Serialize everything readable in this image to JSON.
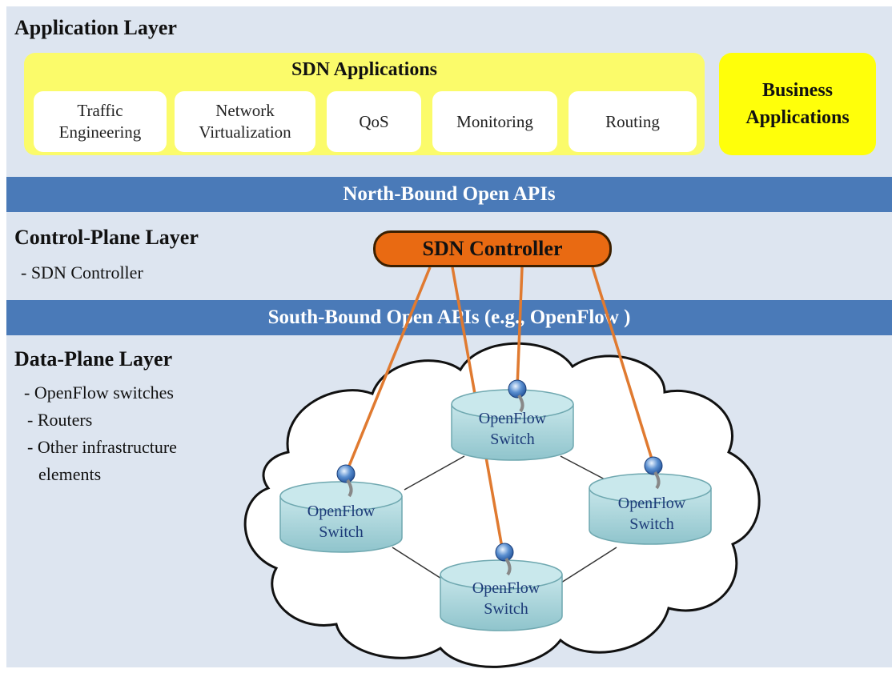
{
  "application_layer": {
    "title": "Application Layer",
    "sdn_applications": {
      "title": "SDN Applications",
      "items": [
        {
          "line1": "Traffic",
          "line2": "Engineering"
        },
        {
          "line1": "Network",
          "line2": "Virtualization"
        },
        {
          "line1": "QoS",
          "line2": ""
        },
        {
          "line1": "Monitoring",
          "line2": ""
        },
        {
          "line1": "Routing",
          "line2": ""
        }
      ]
    },
    "business_applications": {
      "line1": "Business",
      "line2": "Applications"
    }
  },
  "north_bound_api": "North-Bound Open APIs",
  "control_plane_layer": {
    "title": "Control-Plane Layer",
    "items": [
      "- SDN Controller"
    ]
  },
  "controller_label": "SDN Controller",
  "south_bound_api": "South-Bound Open APIs (e.g., OpenFlow )",
  "data_plane_layer": {
    "title": "Data-Plane Layer",
    "items": [
      "- OpenFlow switches",
      "- Routers",
      "- Other infrastructure",
      "elements"
    ]
  },
  "switches": [
    {
      "line1": "OpenFlow",
      "line2": "Switch",
      "icon": "openflow-icon"
    },
    {
      "line1": "OpenFlow",
      "line2": "Switch",
      "icon": "openflow-icon"
    },
    {
      "line1": "OpenFlow",
      "line2": "Switch",
      "icon": "openflow-icon"
    },
    {
      "line1": "OpenFlow",
      "line2": "Switch",
      "icon": "openflow-icon"
    }
  ],
  "colors": {
    "background": "#dde5f0",
    "sdn_apps": "#fbfb6a",
    "business_apps": "#ffff0a",
    "api_band": "#4a7ab8",
    "controller": "#e96a12",
    "link": "#e07a30",
    "switch": "#a9d6dc"
  }
}
